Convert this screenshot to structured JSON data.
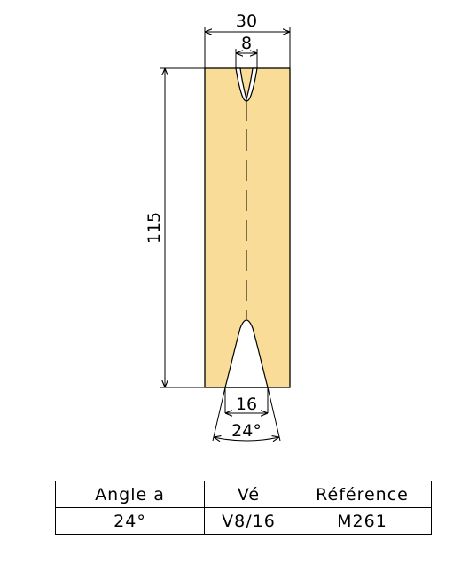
{
  "drawing": {
    "colors": {
      "die_fill": "#f9dc98",
      "die_stroke": "#000000",
      "line": "#000000"
    },
    "dimensions": {
      "width_total": "30",
      "top_v_opening": "8",
      "height": "115",
      "bottom_v_opening": "16",
      "bottom_v_angle": "24°"
    }
  },
  "table": {
    "headers": [
      "Angle a",
      "Vé",
      "Référence"
    ],
    "rows": [
      [
        "24°",
        "V8/16",
        "M261"
      ]
    ]
  }
}
